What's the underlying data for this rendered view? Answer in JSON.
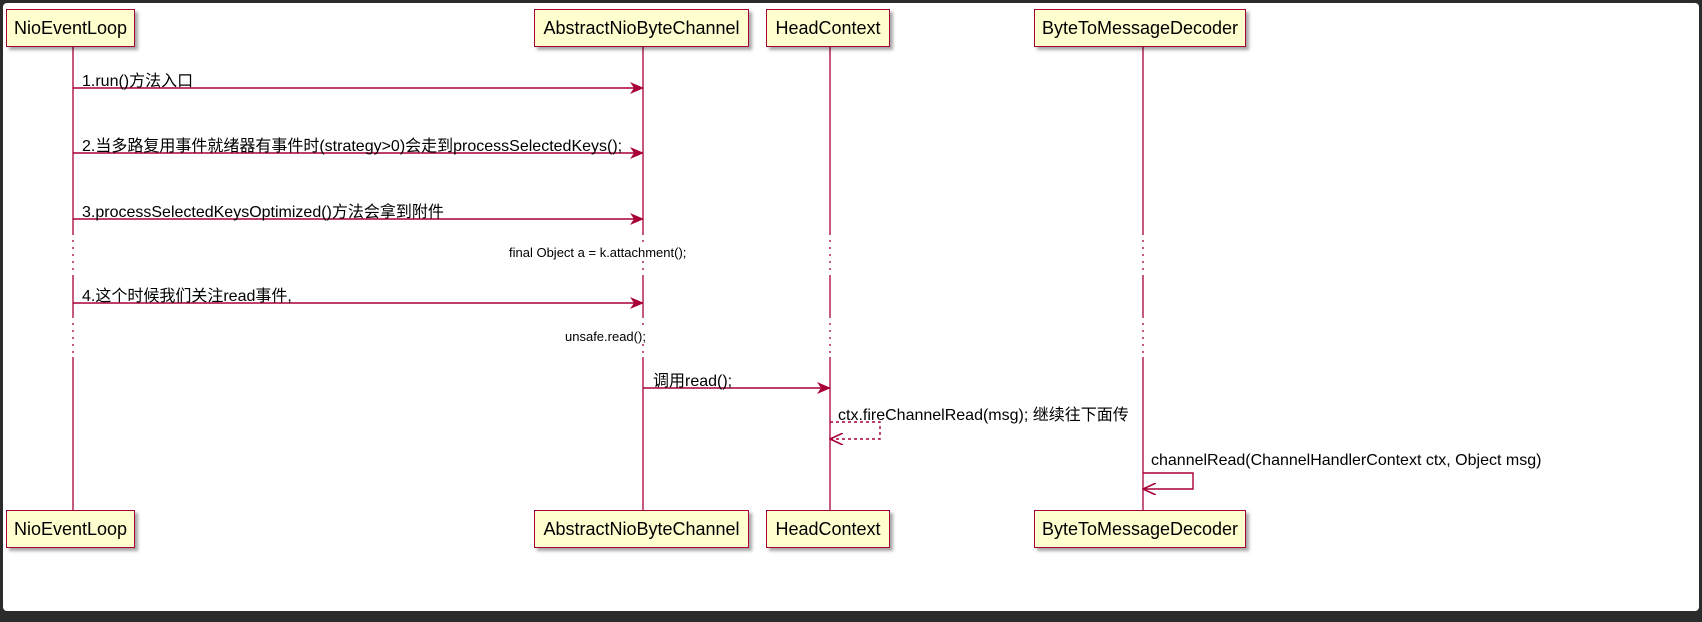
{
  "participants": [
    {
      "name": "NioEventLoop"
    },
    {
      "name": "AbstractNioByteChannel"
    },
    {
      "name": "HeadContext"
    },
    {
      "name": "ByteToMessageDecoder"
    }
  ],
  "messages": [
    {
      "label": "1.run()方法入口",
      "from": "NioEventLoop",
      "to": "AbstractNioByteChannel",
      "style": "solid"
    },
    {
      "label": "2.当多路复用事件就绪器有事件时(strategy>0)会走到processSelectedKeys();",
      "from": "NioEventLoop",
      "to": "AbstractNioByteChannel",
      "style": "solid"
    },
    {
      "label": "3.processSelectedKeysOptimized()方法会拿到附件",
      "from": "NioEventLoop",
      "to": "AbstractNioByteChannel",
      "style": "solid"
    },
    {
      "label": "4.这个时候我们关注read事件,",
      "from": "NioEventLoop",
      "to": "AbstractNioByteChannel",
      "style": "solid"
    },
    {
      "label": "调用read();",
      "from": "AbstractNioByteChannel",
      "to": "HeadContext",
      "style": "solid"
    },
    {
      "label": "ctx.fireChannelRead(msg); 继续往下面传",
      "from": "HeadContext",
      "to": "HeadContext",
      "style": "dashed"
    },
    {
      "label": "channelRead(ChannelHandlerContext ctx, Object msg)",
      "from": "ByteToMessageDecoder",
      "to": "ByteToMessageDecoder",
      "style": "solid"
    }
  ],
  "dividers": [
    {
      "text": "final Object a = k.attachment();"
    },
    {
      "text": "unsafe.read();"
    }
  ],
  "colors": {
    "border": "#a80036",
    "participant_fill": "#fefece",
    "text": "#000000"
  }
}
